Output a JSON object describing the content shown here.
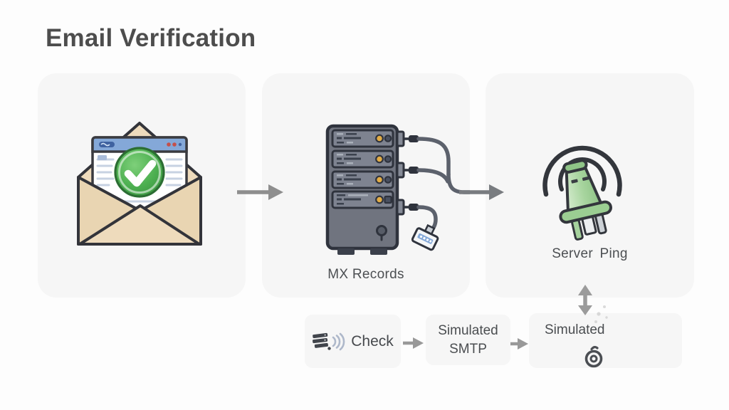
{
  "title": "Email Verification",
  "panels": {
    "mx": {
      "label": "MX Records"
    },
    "ping": {
      "label": "Server Ping"
    }
  },
  "flow": {
    "check": {
      "label": "Check"
    },
    "smtp": {
      "line1": "Simulated",
      "line2": "SMTP"
    },
    "timer": {
      "label": "Simulated"
    }
  },
  "icons": {
    "email": "envelope-verified-icon",
    "mx": "server-stack-icon",
    "ping": "plug-signal-icon",
    "check": "server-broadcast-icon",
    "timer": "stopwatch-icon"
  },
  "colors": {
    "panel_bg": "#f6f6f6",
    "title_text": "#4d4d4d",
    "label_text": "#4c4f52",
    "arrow": "#8e8e8e",
    "envelope_tan": "#ead6b5",
    "check_green": "#4caf50",
    "header_blue": "#84a8d8",
    "server_gray": "#70747f",
    "indicator_amber": "#e2ac45",
    "plug_green": "#9bce92"
  }
}
